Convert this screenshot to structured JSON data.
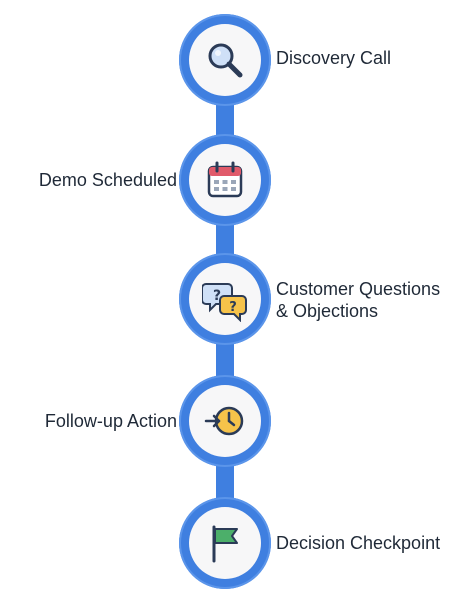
{
  "steps": [
    {
      "label_lines": [
        "Discovery Call"
      ],
      "icon": "magnifier-icon",
      "side": "right"
    },
    {
      "label_lines": [
        "Demo Scheduled"
      ],
      "icon": "calendar-icon",
      "side": "left"
    },
    {
      "label_lines": [
        "Customer Questions",
        "& Objections"
      ],
      "icon": "question-bubbles-icon",
      "side": "right"
    },
    {
      "label_lines": [
        "Follow-up Action"
      ],
      "icon": "arrow-clock-icon",
      "side": "left"
    },
    {
      "label_lines": [
        "Decision Checkpoint"
      ],
      "icon": "flag-icon",
      "side": "right"
    }
  ],
  "colors": {
    "connector": "#3f7fe0",
    "ring": "#3f7fe0",
    "node_fill": "#f7f7f8",
    "text": "#1f2937",
    "calendar_accent": "#e05a6a",
    "icon_yellow": "#f6c34a",
    "flag_green": "#4caf6a"
  }
}
